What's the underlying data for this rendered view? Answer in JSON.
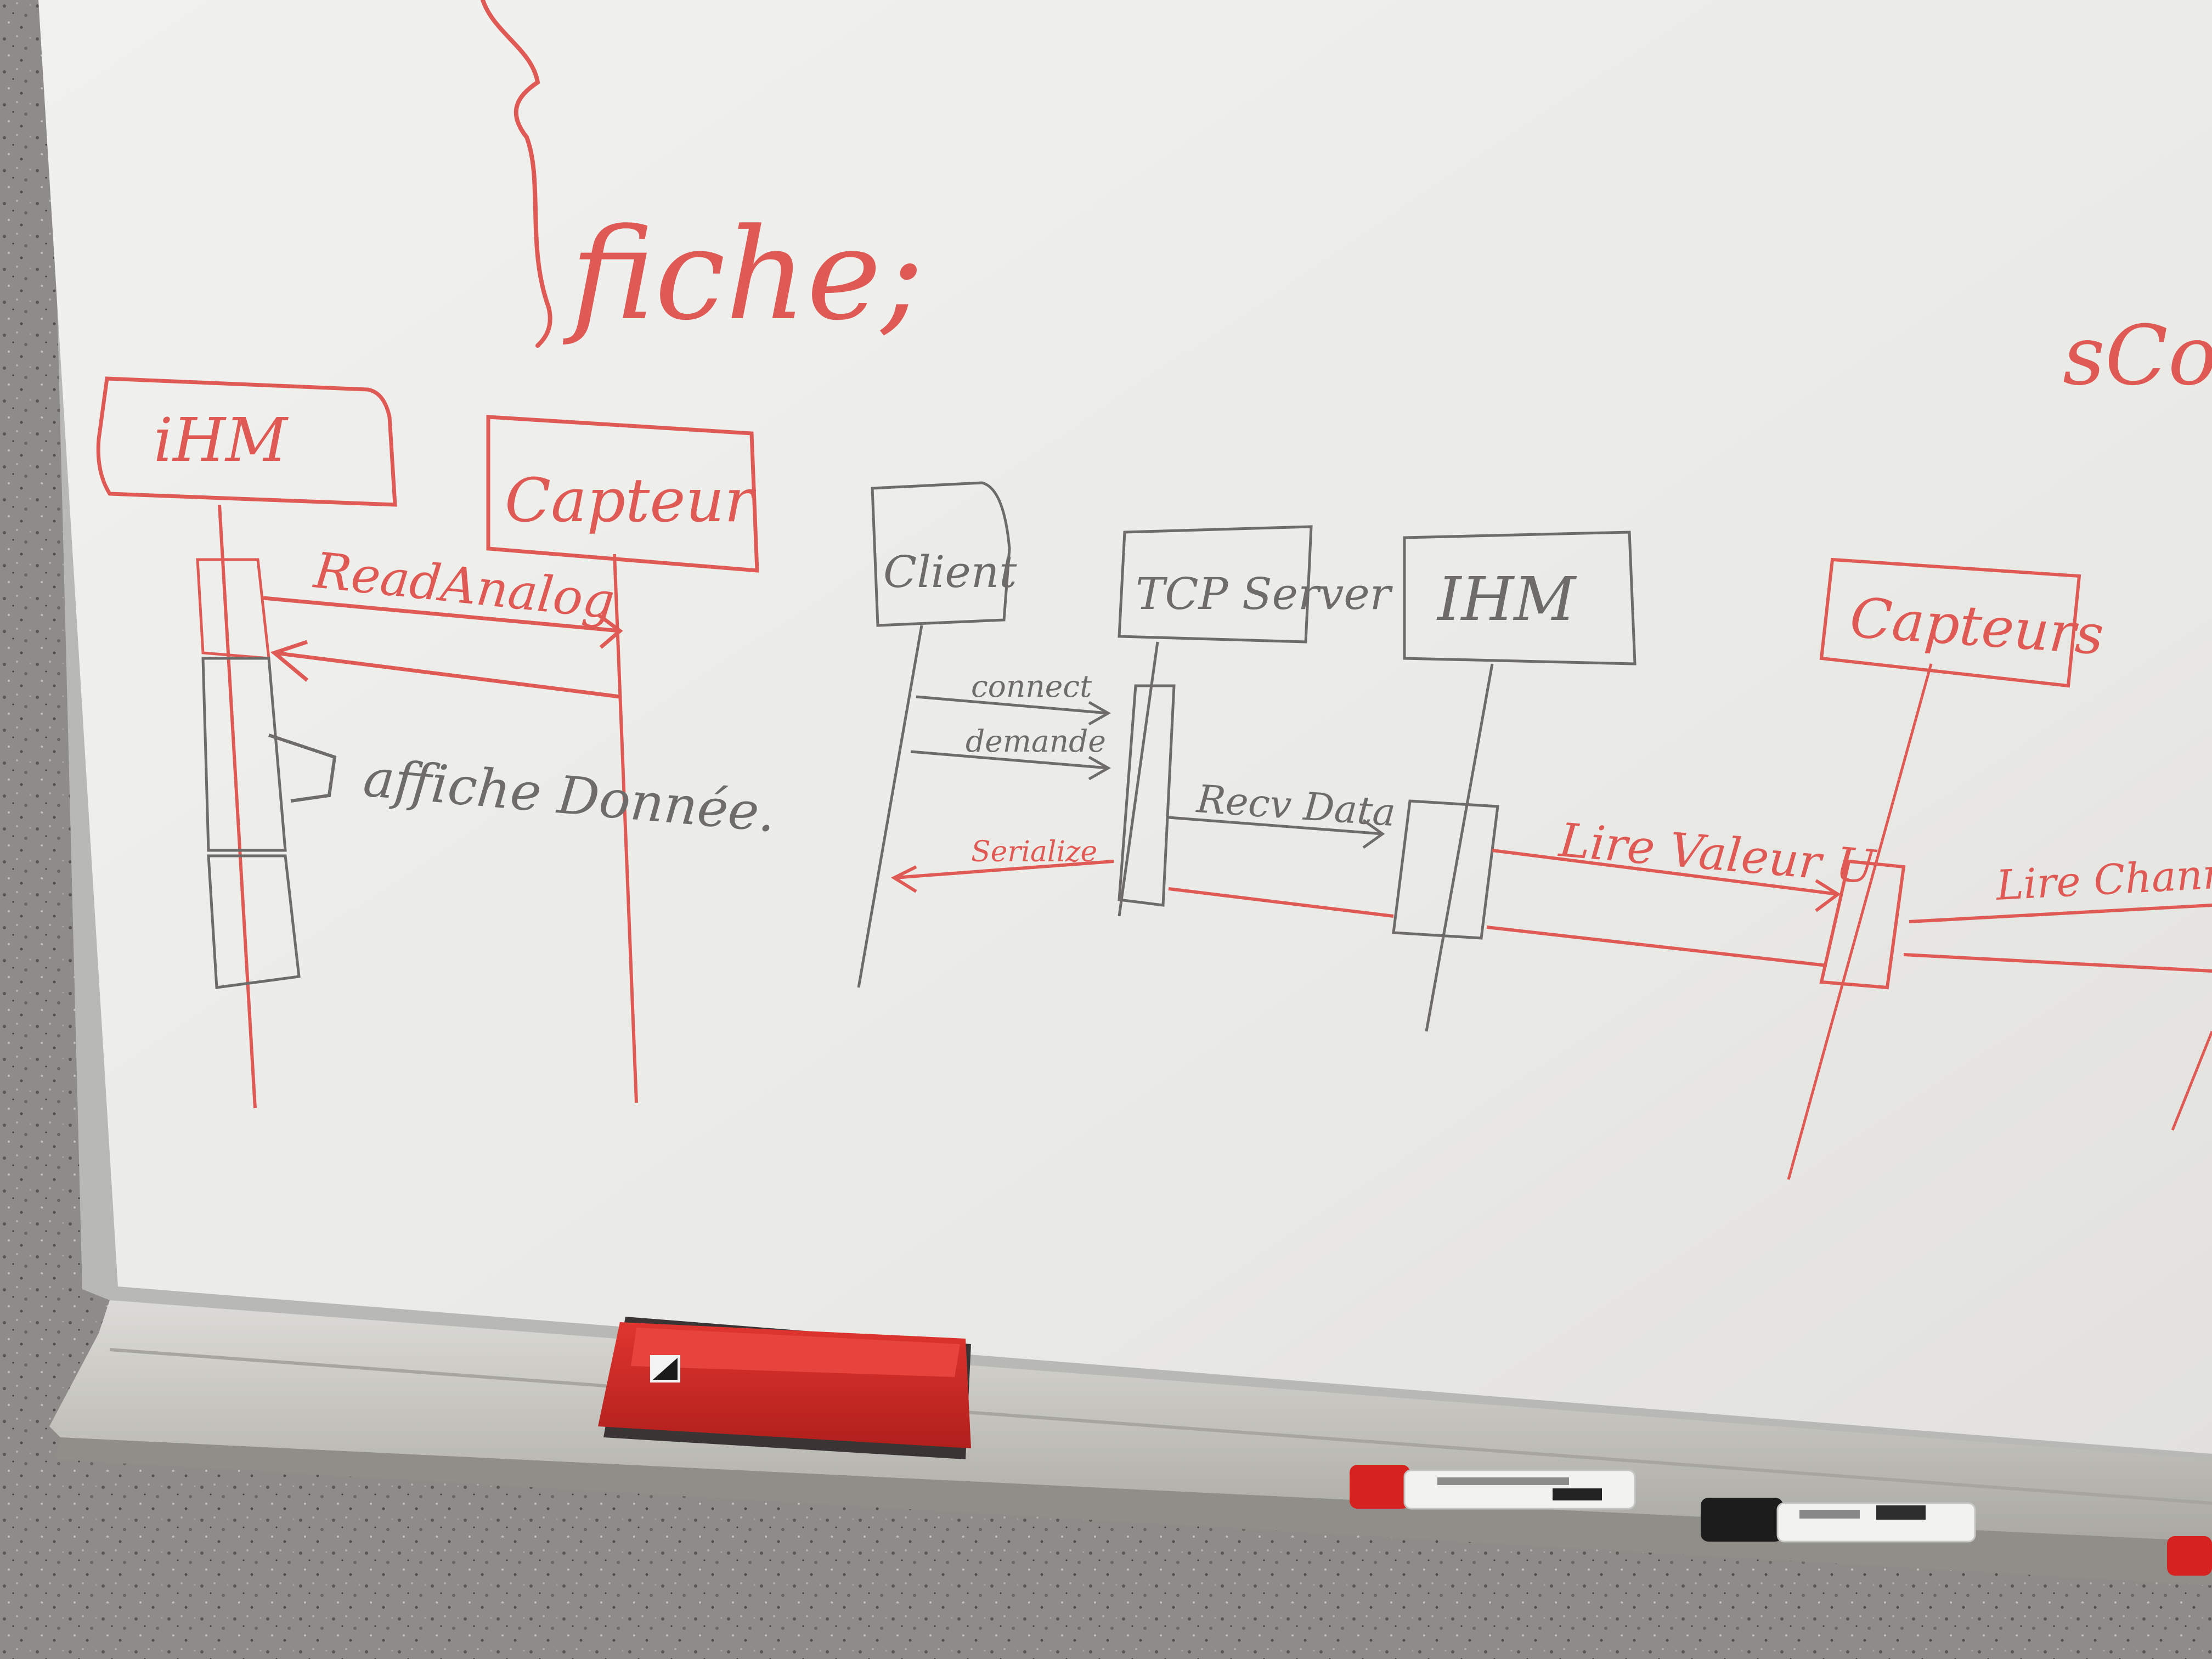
{
  "colors": {
    "wall": "#8e8c88",
    "board": "#ededeb",
    "board_shadow": "#d9d8d4",
    "frame": "#b8b8b4",
    "tray": "#c9c8c3",
    "red_ink": "#e05a55",
    "grey_ink": "#6e6c6a",
    "eraser": "#d42a26",
    "eraser_felt": "#3a3534"
  },
  "top_code": {
    "brace": "}",
    "text": "fiche;"
  },
  "corner_fragment": "sConf",
  "diagram_left": {
    "lifelines": [
      {
        "label": "iHM"
      },
      {
        "label": "Capteur"
      }
    ],
    "messages": [
      {
        "label": "ReadAnalog"
      },
      {
        "label": ""
      },
      {
        "label": "affiche Donnée."
      }
    ]
  },
  "diagram_right": {
    "lifelines": [
      {
        "label": "Client"
      },
      {
        "label": "TCP Server"
      },
      {
        "label": "IHM"
      },
      {
        "label": "Capteurs"
      }
    ],
    "messages": [
      {
        "label": "connect"
      },
      {
        "label": "demande"
      },
      {
        "label": "Recv Data"
      },
      {
        "label": "Serialize"
      },
      {
        "label": "Lire Valeur U"
      },
      {
        "label": "Lire Channel"
      }
    ]
  },
  "tray_items": [
    {
      "name": "eraser"
    },
    {
      "name": "red-marker"
    },
    {
      "name": "black-marker"
    },
    {
      "name": "red-marker-partial"
    }
  ]
}
